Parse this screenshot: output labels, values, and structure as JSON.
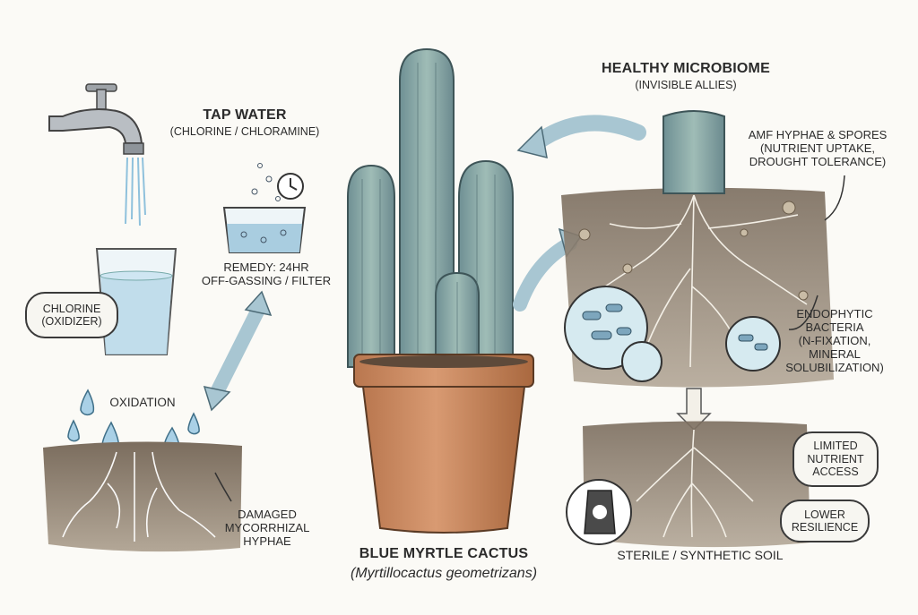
{
  "tap_water": {
    "title": "TAP WATER",
    "subtitle": "(CHLORINE / CHLORAMINE)"
  },
  "chlorine_bubble": {
    "line1": "CHLORINE",
    "line2": "(OXIDIZER)"
  },
  "remedy": {
    "line1": "REMEDY: 24HR",
    "line2": "OFF-GASSING / FILTER"
  },
  "oxidation": {
    "label": "OXIDATION"
  },
  "damaged_hyphae": {
    "line1": "DAMAGED",
    "line2": "MYCORRHIZAL",
    "line3": "HYPHAE"
  },
  "cactus": {
    "name": "BLUE MYRTLE CACTUS",
    "scientific": "(Myrtillocactus geometrizans)"
  },
  "healthy_microbiome": {
    "title": "HEALTHY MICROBIOME",
    "subtitle": "(INVISIBLE ALLIES)"
  },
  "amf": {
    "line1": "AMF HYPHAE & SPORES",
    "line2": "(NUTRIENT UPTAKE,",
    "line3": "DROUGHT TOLERANCE)"
  },
  "endophytic": {
    "line1": "ENDOPHYTIC",
    "line2": "BACTERIA",
    "line3": "(N-FIXATION,",
    "line4": "MINERAL",
    "line5": "SOLUBILIZATION)"
  },
  "limited": {
    "line1": "LIMITED",
    "line2": "NUTRIENT",
    "line3": "ACCESS"
  },
  "lower": {
    "line1": "LOWER",
    "line2": "RESILIENCE"
  },
  "sterile": {
    "label": "STERILE / SYNTHETIC SOIL"
  },
  "colors": {
    "cactus": "#7f9fa3",
    "pot": "#c98b63",
    "soil": "#8a7c6c",
    "water": "#a9cde0",
    "arrow": "#a8c6d2"
  }
}
